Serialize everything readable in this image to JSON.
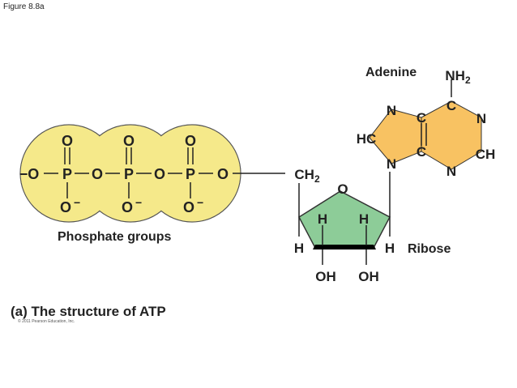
{
  "figure_label": "Figure 8.8a",
  "copyright": "© 2011 Pearson Education, Inc.",
  "colors": {
    "phosphate_fill": "#f5e98a",
    "ribose_fill": "#8dcc98",
    "adenine_fill": "#f8c262",
    "ribose_edge": "#000000"
  },
  "labels": {
    "adenine": "Adenine",
    "ribose": "Ribose",
    "phosphate_groups": "Phosphate groups",
    "caption": "(a) The structure of ATP"
  },
  "phosphates": {
    "o_minus_left": "−O",
    "o_double": "O",
    "p": "P",
    "o_bridge": "O",
    "o_bottom": "O",
    "minus": "−"
  },
  "ribose": {
    "ch": "CH",
    "ch_sub": "2",
    "ring_o": "O",
    "h": "H",
    "oh": "OH"
  },
  "adenine": {
    "nh": "NH",
    "nh_sub": "2",
    "n": "N",
    "c": "C",
    "hc": "HC",
    "ch": "CH"
  }
}
